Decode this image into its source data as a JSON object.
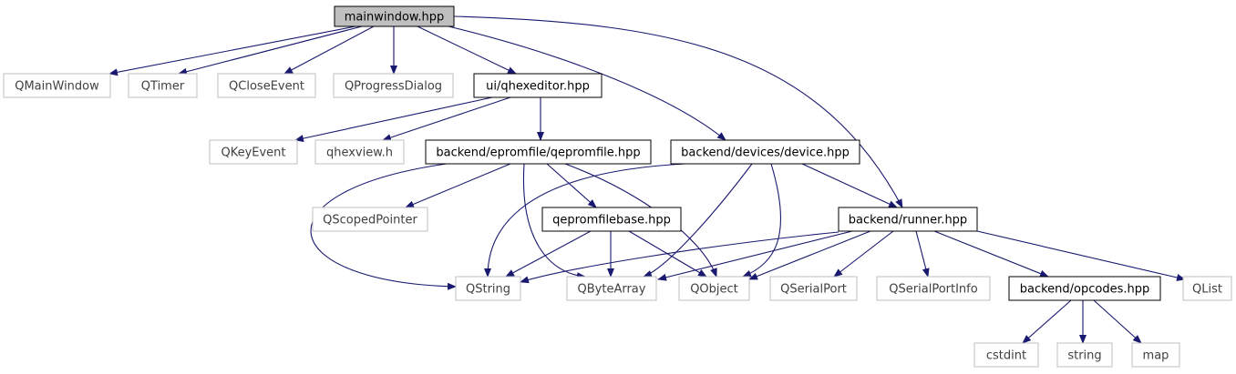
{
  "colors": {
    "edge": "#191970",
    "root_fill": "#bfbfbf",
    "project_border": "#000000",
    "external_border": "#bfbfbf",
    "external_text": "#404040",
    "project_text": "#000000"
  },
  "nodes": {
    "mainwindow": {
      "label": "mainwindow.hpp",
      "kind": "root"
    },
    "qmainwindow": {
      "label": "QMainWindow",
      "kind": "external"
    },
    "qtimer": {
      "label": "QTimer",
      "kind": "external"
    },
    "qcloseevent": {
      "label": "QCloseEvent",
      "kind": "external"
    },
    "qprogressdialog": {
      "label": "QProgressDialog",
      "kind": "external"
    },
    "qhexeditor": {
      "label": "ui/qhexeditor.hpp",
      "kind": "project"
    },
    "qkeyevent": {
      "label": "QKeyEvent",
      "kind": "external"
    },
    "qhexview": {
      "label": "qhexview.h",
      "kind": "external"
    },
    "qepromfile": {
      "label": "backend/epromfile/qepromfile.hpp",
      "kind": "project"
    },
    "device": {
      "label": "backend/devices/device.hpp",
      "kind": "project"
    },
    "qscopedpointer": {
      "label": "QScopedPointer",
      "kind": "external"
    },
    "qepromfilebase": {
      "label": "qepromfilebase.hpp",
      "kind": "project"
    },
    "runner": {
      "label": "backend/runner.hpp",
      "kind": "project"
    },
    "qstring": {
      "label": "QString",
      "kind": "external"
    },
    "qbytearray": {
      "label": "QByteArray",
      "kind": "external"
    },
    "qobject": {
      "label": "QObject",
      "kind": "external"
    },
    "qserialport": {
      "label": "QSerialPort",
      "kind": "external"
    },
    "qserialportinfo": {
      "label": "QSerialPortInfo",
      "kind": "external"
    },
    "opcodes": {
      "label": "backend/opcodes.hpp",
      "kind": "project"
    },
    "qlist": {
      "label": "QList",
      "kind": "external"
    },
    "cstdint": {
      "label": "cstdint",
      "kind": "external"
    },
    "string": {
      "label": "string",
      "kind": "external"
    },
    "map": {
      "label": "map",
      "kind": "external"
    }
  },
  "edges": [
    [
      "mainwindow",
      "qmainwindow"
    ],
    [
      "mainwindow",
      "qtimer"
    ],
    [
      "mainwindow",
      "qcloseevent"
    ],
    [
      "mainwindow",
      "qprogressdialog"
    ],
    [
      "mainwindow",
      "qhexeditor"
    ],
    [
      "mainwindow",
      "device"
    ],
    [
      "mainwindow",
      "runner"
    ],
    [
      "qhexeditor",
      "qkeyevent"
    ],
    [
      "qhexeditor",
      "qhexview"
    ],
    [
      "qhexeditor",
      "qepromfile"
    ],
    [
      "qepromfile",
      "qscopedpointer"
    ],
    [
      "qepromfile",
      "qepromfilebase"
    ],
    [
      "qepromfile",
      "qstring"
    ],
    [
      "qepromfile",
      "qbytearray"
    ],
    [
      "qepromfile",
      "qobject"
    ],
    [
      "device",
      "qstring"
    ],
    [
      "device",
      "qbytearray"
    ],
    [
      "device",
      "qobject"
    ],
    [
      "device",
      "runner"
    ],
    [
      "qepromfilebase",
      "qstring"
    ],
    [
      "qepromfilebase",
      "qbytearray"
    ],
    [
      "qepromfilebase",
      "qobject"
    ],
    [
      "runner",
      "qstring"
    ],
    [
      "runner",
      "qbytearray"
    ],
    [
      "runner",
      "qobject"
    ],
    [
      "runner",
      "qserialport"
    ],
    [
      "runner",
      "qserialportinfo"
    ],
    [
      "runner",
      "opcodes"
    ],
    [
      "runner",
      "qlist"
    ],
    [
      "opcodes",
      "cstdint"
    ],
    [
      "opcodes",
      "string"
    ],
    [
      "opcodes",
      "map"
    ]
  ]
}
